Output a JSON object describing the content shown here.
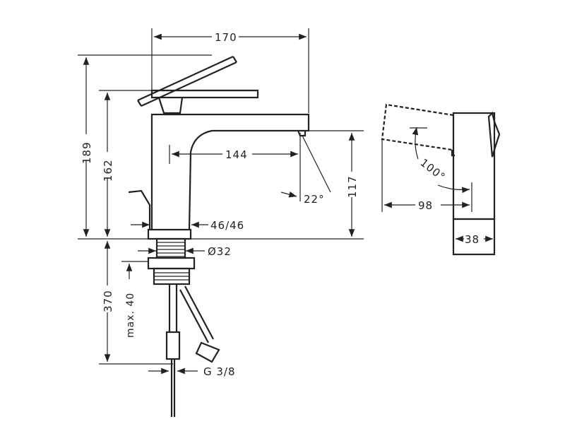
{
  "drawing": {
    "dimensions": {
      "width_total": "170",
      "height_total": "189",
      "height_lever": "162",
      "spout_reach": "144",
      "spout_angle": "22°",
      "spout_height": "117",
      "base_size": "46/46",
      "shank_diameter": "Ø32",
      "hose_length": "370",
      "max_thickness": "max. 40",
      "connection": "G 3/8",
      "lever_angle": "100°",
      "side_depth": "98",
      "side_width": "38"
    }
  }
}
